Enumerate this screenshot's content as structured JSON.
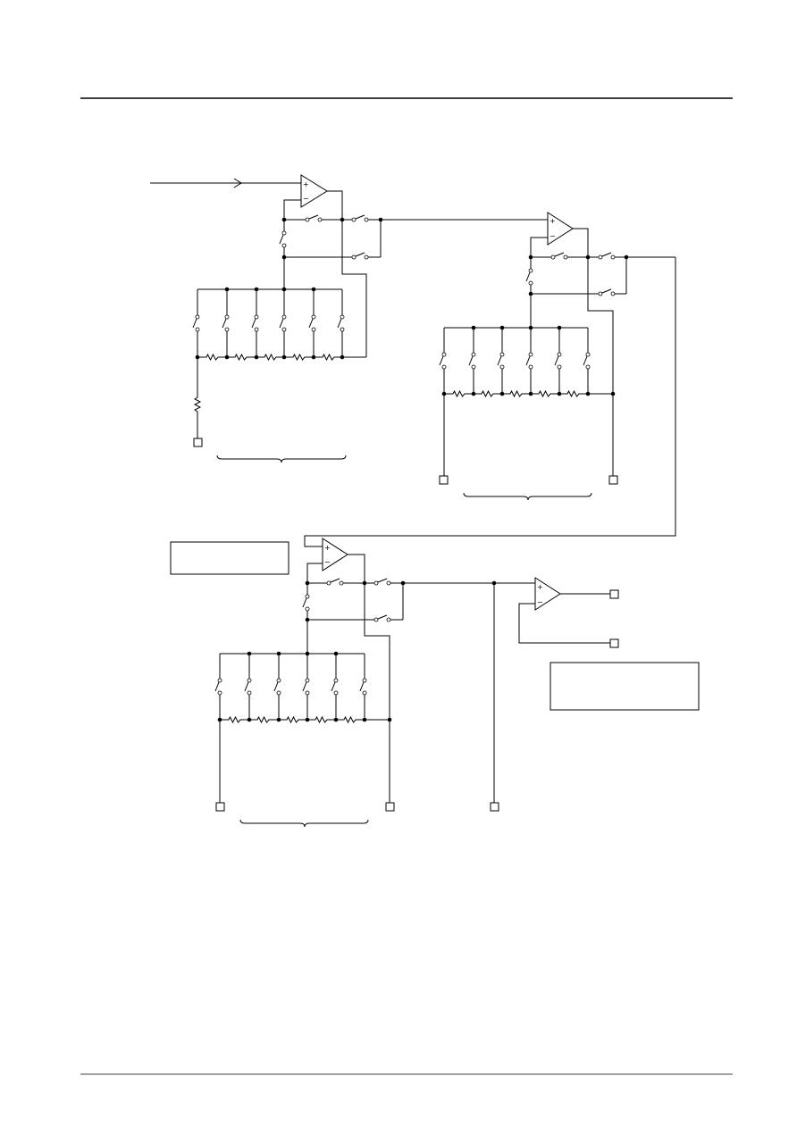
{
  "header": {
    "rule_color": "#000000"
  },
  "footer": {
    "rule_color": "#000000"
  },
  "schematic": {
    "opamp_input_symbols": {
      "plus": "+",
      "minus": "−"
    },
    "colors": {
      "wire": "#000000",
      "background": "#ffffff"
    },
    "stages": [
      {
        "id": "stage-1",
        "switches_per_ladder": 6,
        "resistors_per_ladder": 5
      },
      {
        "id": "stage-2",
        "switches_per_ladder": 6,
        "resistors_per_ladder": 5
      },
      {
        "id": "stage-3",
        "switches_per_ladder": 6,
        "resistors_per_ladder": 5
      }
    ],
    "output_buffer": {
      "present": true
    }
  }
}
